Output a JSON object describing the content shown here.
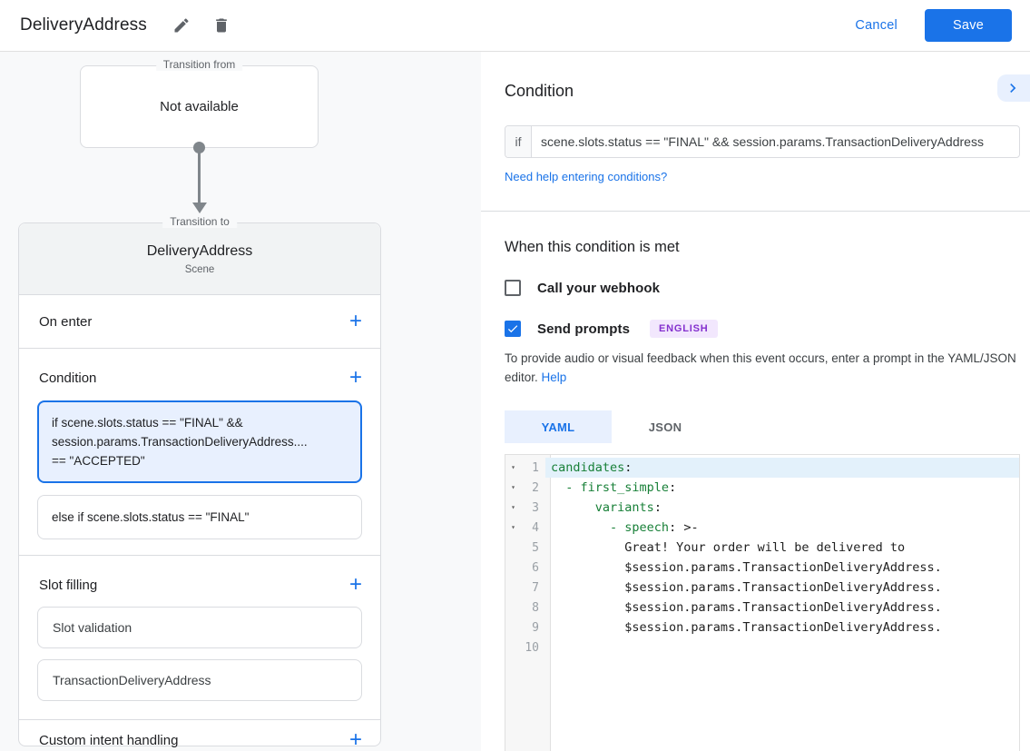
{
  "colors": {
    "accent": "#1a73e8",
    "selected_card_bg": "#e8f0fe",
    "badge_bg": "#f2e7fd",
    "badge_text": "#8430ce",
    "yaml_key": "#188038"
  },
  "header": {
    "title": "DeliveryAddress",
    "cancel_label": "Cancel",
    "save_label": "Save"
  },
  "flow": {
    "transition_from": {
      "legend": "Transition from",
      "value": "Not available"
    },
    "transition_to_legend": "Transition to"
  },
  "scene": {
    "name": "DeliveryAddress",
    "type": "Scene",
    "on_enter_label": "On enter",
    "condition": {
      "label": "Condition",
      "cards": [
        {
          "text": "if scene.slots.status == \"FINAL\" &&\nsession.params.TransactionDeliveryAddress....\n== \"ACCEPTED\"",
          "selected": true
        },
        {
          "text": "else if scene.slots.status == \"FINAL\"",
          "selected": false
        }
      ]
    },
    "slot_filling": {
      "label": "Slot filling",
      "cards": [
        "Slot validation",
        "TransactionDeliveryAddress"
      ]
    },
    "custom_intent_label": "Custom intent handling"
  },
  "condition_panel": {
    "title": "Condition",
    "if_label": "if",
    "expression": "scene.slots.status == \"FINAL\" && session.params.TransactionDeliveryAddress",
    "help_link": "Need help entering conditions?"
  },
  "when_met": {
    "title": "When this condition is met",
    "webhook_label": "Call your webhook",
    "webhook_checked": false,
    "send_prompts_label": "Send prompts",
    "send_prompts_checked": true,
    "language_badge": "ENGLISH",
    "helper_text": "To provide audio or visual feedback when this event occurs, enter a prompt in the YAML/JSON editor.",
    "help_label": "Help"
  },
  "editor": {
    "tabs": [
      {
        "label": "YAML",
        "active": true
      },
      {
        "label": "JSON",
        "active": false
      }
    ],
    "lines": [
      {
        "n": "1",
        "fold": true,
        "hl": true,
        "parts": [
          [
            "k",
            "candidates"
          ],
          [
            "p",
            ":"
          ]
        ]
      },
      {
        "n": "2",
        "fold": true,
        "hl": false,
        "parts": [
          [
            "p",
            "  "
          ],
          [
            "k",
            "- first_simple"
          ],
          [
            "p",
            ":"
          ]
        ]
      },
      {
        "n": "3",
        "fold": true,
        "hl": false,
        "parts": [
          [
            "p",
            "      "
          ],
          [
            "k",
            "variants"
          ],
          [
            "p",
            ":"
          ]
        ]
      },
      {
        "n": "4",
        "fold": true,
        "hl": false,
        "parts": [
          [
            "p",
            "        "
          ],
          [
            "k",
            "- speech"
          ],
          [
            "p",
            ": >-"
          ]
        ]
      },
      {
        "n": "5",
        "fold": false,
        "hl": false,
        "parts": [
          [
            "p",
            "          Great! Your order will be delivered to"
          ]
        ]
      },
      {
        "n": "6",
        "fold": false,
        "hl": false,
        "parts": [
          [
            "p",
            "          $session.params.TransactionDeliveryAddress."
          ]
        ]
      },
      {
        "n": "7",
        "fold": false,
        "hl": false,
        "parts": [
          [
            "p",
            "          $session.params.TransactionDeliveryAddress."
          ]
        ]
      },
      {
        "n": "8",
        "fold": false,
        "hl": false,
        "parts": [
          [
            "p",
            "          $session.params.TransactionDeliveryAddress."
          ]
        ]
      },
      {
        "n": "9",
        "fold": false,
        "hl": false,
        "parts": [
          [
            "p",
            "          $session.params.TransactionDeliveryAddress."
          ]
        ]
      },
      {
        "n": "10",
        "fold": false,
        "hl": false,
        "parts": []
      }
    ]
  }
}
